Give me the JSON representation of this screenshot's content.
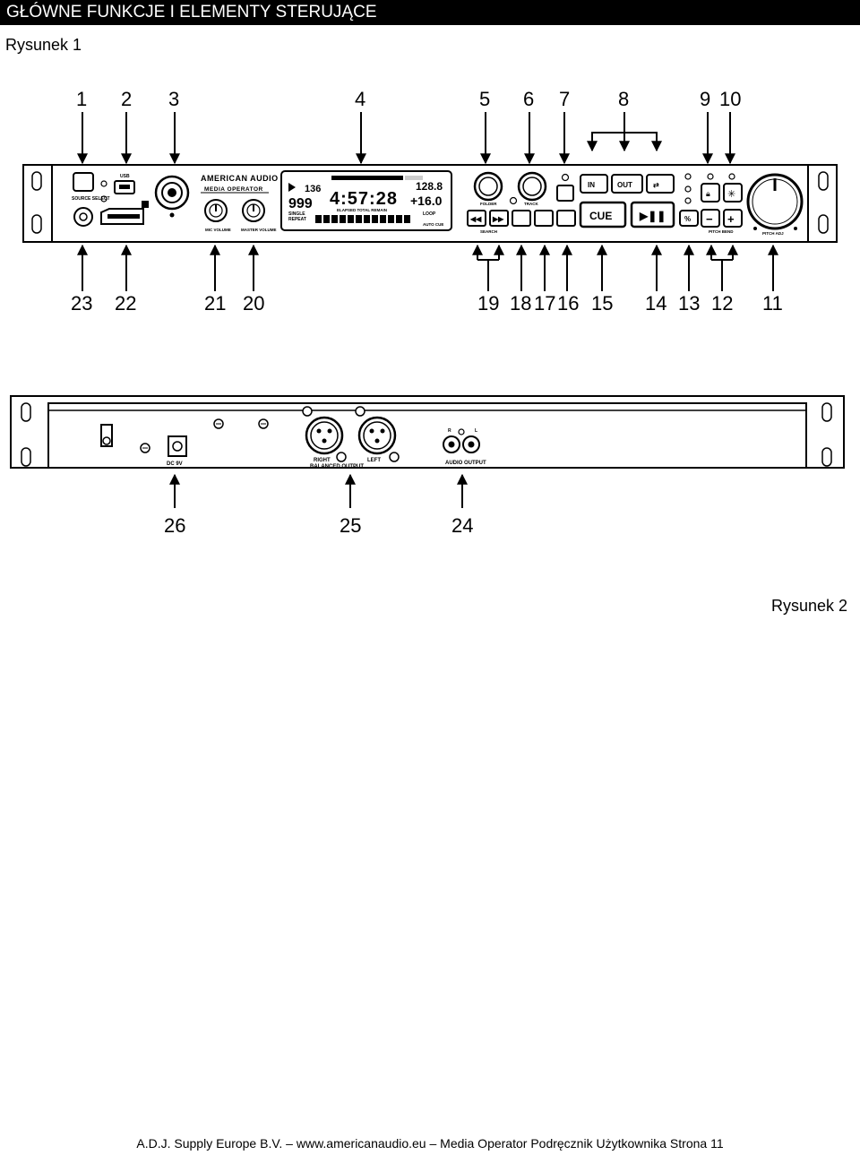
{
  "header": {
    "title": "GŁÓWNE FUNKCJE I ELEMENTY STERUJĄCE"
  },
  "figure1": {
    "caption": "Rysunek 1",
    "callouts_top": [
      "1",
      "2",
      "3",
      "4",
      "5",
      "6",
      "7",
      "8",
      "9",
      "10"
    ],
    "callouts_bottom": [
      "23",
      "22",
      "21",
      "20",
      "19",
      "18",
      "17",
      "16",
      "15",
      "14",
      "13",
      "12",
      "11"
    ],
    "panel": {
      "brand": "AMERICAN AUDIO",
      "model": "MEDIA OPERATOR",
      "usb_label": "USB",
      "source_label": "SOURCE SELECT",
      "mic_vol": "MIC VOLUME",
      "master_vol": "MASTER VOLUME",
      "display_elapsed": "ELAPSED TOTAL REMAIN",
      "display_time": "4:57:28",
      "display_track": "999",
      "display_bpm": "128.8",
      "display_pitch": "+16.0",
      "display_single": "SINGLE",
      "display_repeat": "REPEAT",
      "display_loop": "LOOP",
      "display_autocue": "AUTO CUE",
      "folder_label": "FOLDER",
      "track_label": "TRACK",
      "search_label": "SEARCH",
      "in_label": "IN",
      "out_label": "OUT",
      "cue_label": "CUE",
      "play_label": "▶❚❚",
      "pitch_bend_label": "PITCH BEND",
      "pitch_label": "PITCH ADJ",
      "minus_label": "−",
      "plus_label": "+",
      "percent_label": "%"
    }
  },
  "figure2": {
    "caption": "Rysunek 2",
    "callouts": [
      "26",
      "25",
      "24"
    ],
    "rear": {
      "dc_label": "DC 9V",
      "right_label": "RIGHT",
      "left_label": "LEFT",
      "balanced_label": "BALANCED OUTPUT",
      "audio_out_label": "AUDIO OUTPUT",
      "r_label": "R",
      "l_label": "L"
    }
  },
  "footer": {
    "text": "A.D.J. Supply Europe B.V. – www.americanaudio.eu – Media Operator Podręcznik Użytkownika Strona 11"
  }
}
